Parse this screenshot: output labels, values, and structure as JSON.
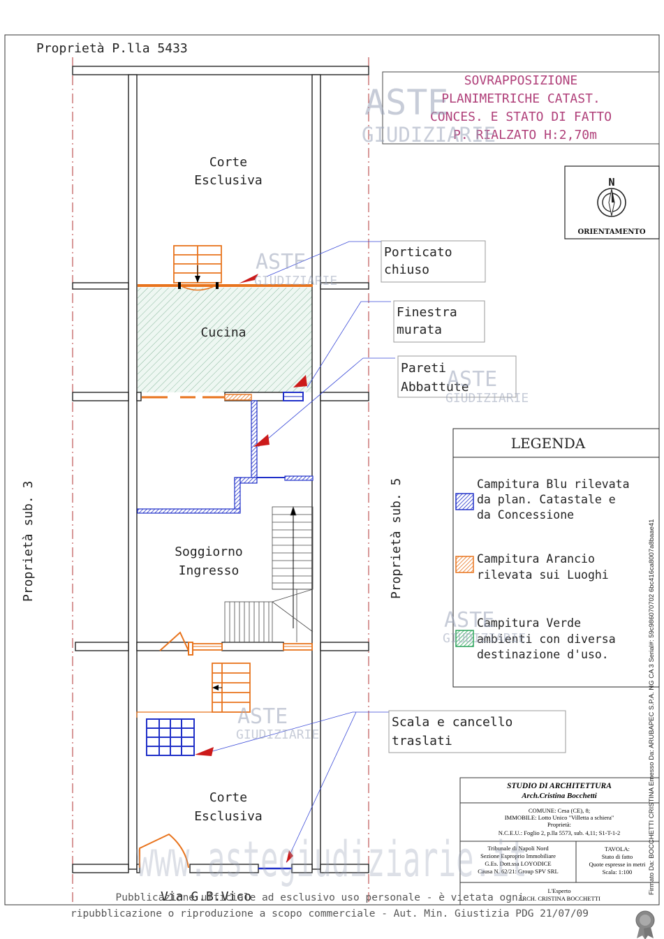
{
  "property_labels": {
    "top": "Proprietà P.lla 5433",
    "left": "Proprietà sub. 3",
    "right": "Proprietà sub. 5",
    "bottom": "Via G.B.Vico"
  },
  "title_box": [
    "SOVRAPPOSIZIONE",
    "PLANIMETRICHE CATAST.",
    "CONCES. E STATO DI FATTO",
    "P. RIALZATO H:2,70m"
  ],
  "orientation": {
    "north": "N",
    "label": "ORIENTAMENTO"
  },
  "rooms": {
    "corte_top": [
      "Corte",
      "Esclusiva"
    ],
    "cucina": "Cucina",
    "soggiorno": [
      "Soggiorno",
      "Ingresso"
    ],
    "corte_bottom": [
      "Corte",
      "Esclusiva"
    ]
  },
  "callouts": {
    "porticato": [
      "Porticato",
      "chiuso"
    ],
    "finestra": [
      "Finestra",
      "murata"
    ],
    "pareti": [
      "Pareti",
      "Abbattute"
    ],
    "scala": [
      "Scala e cancello",
      "traslati"
    ]
  },
  "legend": {
    "title": "LEGENDA",
    "items": [
      {
        "lines": [
          "Campitura Blu rilevata",
          "da plan.  Catastale e",
          "da Concessione"
        ],
        "color": "#1f2fc8"
      },
      {
        "lines": [
          "Campitura Arancio",
          "rilevata sui Luoghi"
        ],
        "color": "#e8731c"
      },
      {
        "lines": [
          "Campitura Verde",
          "ambienti con diversa",
          "destinazione d'uso."
        ],
        "color": "#2aa35a"
      }
    ]
  },
  "stamp": {
    "studio": "STUDIO DI ARCHITETTURA",
    "arch": "Arch.Cristina Bocchetti",
    "info": [
      "COMUNE: Cesa (CE), 8;",
      "IMMOBILE: Lotto Unico \"Villetta a schiera\"",
      "Proprietà:",
      "N.C.E.U.: Foglio 2, p.lla 5573, sub. 4,11; S1-T-1-2"
    ],
    "tribunale": [
      "Tribunale di Napoli Nord",
      "Sezione Esproprio Immobiliare",
      "G.Es. Dott.ssa LOYODICE",
      "Causa N. 62/21: Group SPV SRL"
    ],
    "tavola": [
      "TAVOLA:",
      "Stato di fatto",
      "Quote espresse in metri",
      "Scala:  1:100"
    ],
    "esperto": [
      "L'Esperto",
      "ARCH. CRISTINA BOCCHETTI"
    ]
  },
  "side_signature": "Firmato Da: BOCCHETTI CRISTINA Emesso Da: ARUBAPEC S.P.A. NG CA 3 Serial#: 59c986070702 6bc416ca8007a8baae41",
  "footer": [
    "Pubblicazione ufficiale ad esclusivo uso personale - è vietata ogni",
    "ripubblicazione o riproduzione a scopo commerciale - Aut. Min. Giustizia PDG 21/07/09"
  ],
  "watermark": {
    "small_top": "ASTE",
    "small_bottom": "GIUDIZIARIE",
    "large": "www.astegiudiziarie.it"
  },
  "colors": {
    "blue": "#1f2fc8",
    "orange": "#e8731c",
    "green": "#2aa35a",
    "red": "#cc1a1a",
    "wall_fill": "#ffffff",
    "watermark": "#9aa3b8"
  }
}
